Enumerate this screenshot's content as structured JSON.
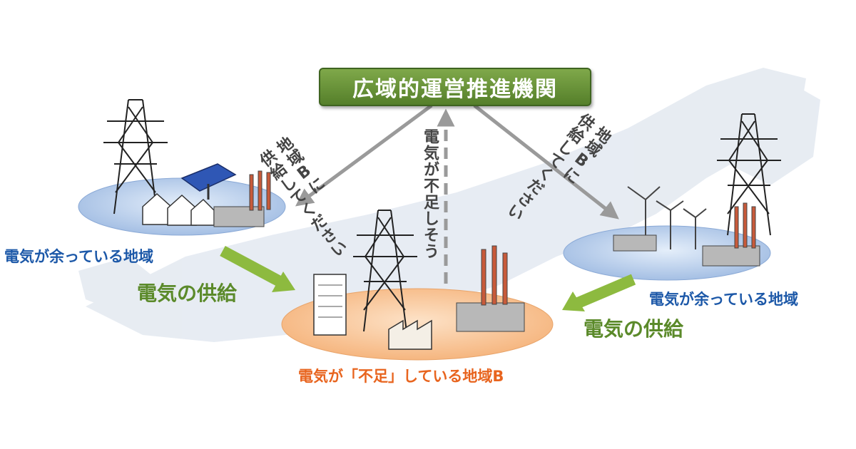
{
  "org": {
    "title": "広域的運営推進機関"
  },
  "requests": {
    "left": [
      "地域Bに",
      "供給してください"
    ],
    "right": [
      "地域Bに",
      "供給してください"
    ],
    "center": [
      "電気が不足しそう"
    ]
  },
  "regions": {
    "left": "電気が余っている地域",
    "right": "電気が余っている地域",
    "center": "電気が「不足」している地域B"
  },
  "supply": {
    "left": "電気の供給",
    "right": "電気の供給"
  },
  "colors": {
    "org_green": "#5e8a32",
    "supply_green": "#5b8a2a",
    "surplus_blue": "#1c58a8",
    "shortage_orange": "#e8641e",
    "request_gray": "#9a9a9a"
  }
}
